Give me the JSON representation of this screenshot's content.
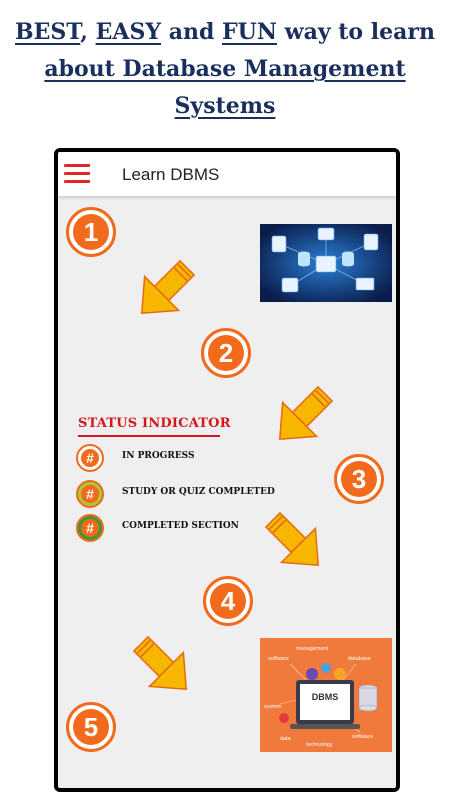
{
  "headline": {
    "w1": "BEST",
    "c1": ",",
    "w2": "EASY",
    "c2": "and",
    "w3": "FUN",
    "c3": "way to learn",
    "line2": "about Database Management",
    "line3": "Systems"
  },
  "app": {
    "title": "Learn DBMS"
  },
  "steps": [
    "1",
    "2",
    "3",
    "4",
    "5"
  ],
  "status": {
    "title": "STATUS INDICATOR",
    "items": [
      {
        "symbol": "#",
        "label": "IN PROGRESS",
        "ring": "#f26a1b",
        "fill": "#f26a1b",
        "bg": "#ffffff"
      },
      {
        "symbol": "#",
        "label": "STUDY OR QUIZ COMPLETED",
        "ring": "#f26a1b",
        "fill": "#f26a1b",
        "bg": "#a8c73a"
      },
      {
        "symbol": "#",
        "label": "COMPLETED SECTION",
        "ring": "#f26a1b",
        "fill": "#f26a1b",
        "bg": "#3a9a3a"
      }
    ]
  },
  "illustrations": {
    "dbms": {
      "center_label": "DBMS",
      "words": [
        "management",
        "software",
        "database",
        "system",
        "data",
        "technology",
        "software"
      ]
    }
  },
  "colors": {
    "accent": "#f26a1b",
    "arrow": "#f7b600",
    "headline": "#1b2f5e",
    "status_title": "#d3171c"
  }
}
